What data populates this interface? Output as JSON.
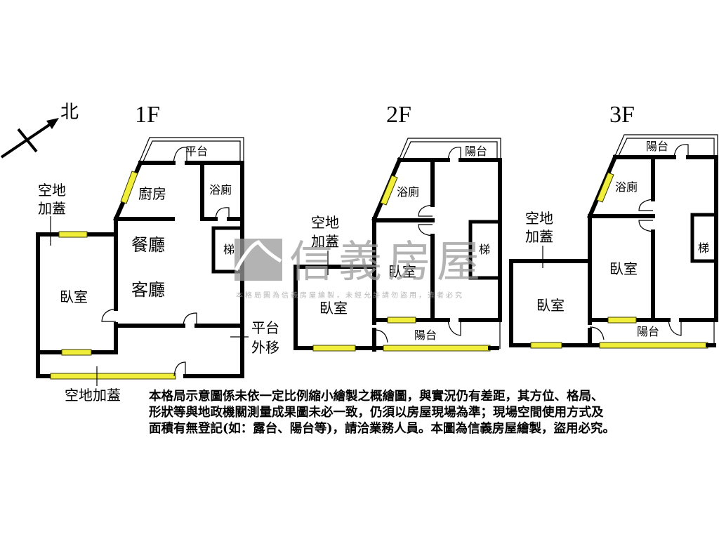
{
  "compass": {
    "label": "北",
    "direction": "north-arrow"
  },
  "floors": [
    {
      "id": "1F",
      "title": "1F",
      "rooms": [
        "廚房",
        "浴廁",
        "梯",
        "餐廳",
        "客廳",
        "臥室"
      ],
      "labels": {
        "kitchen": "廚房",
        "bathroom": "浴廁",
        "stairs": "梯",
        "dining": "餐廳",
        "living": "客廳",
        "bedroom": "臥室",
        "platform_top": "平台",
        "addition_1": "空地",
        "addition_2": "加蓋",
        "platform_moved_1": "平台",
        "platform_moved_2": "外移",
        "bottom_addition": "空地加蓋"
      }
    },
    {
      "id": "2F",
      "title": "2F",
      "labels": {
        "balcony_top": "陽台",
        "bathroom": "浴廁",
        "stairs": "梯",
        "bedroom_a": "臥室",
        "bedroom_b": "臥室",
        "balcony_bottom": "陽台",
        "addition_1": "空地",
        "addition_2": "加蓋"
      }
    },
    {
      "id": "3F",
      "title": "3F",
      "labels": {
        "balcony_top": "陽台",
        "bathroom": "浴廁",
        "stairs": "梯",
        "bedroom_a": "臥室",
        "bedroom_b": "臥室",
        "balcony_bottom": "陽台",
        "addition_1": "空地",
        "addition_2": "加蓋"
      }
    }
  ],
  "watermark": {
    "brand": "信義房屋",
    "notice": "本格局圖為信義房屋繪製，未經允許請勿盜用，違者必究"
  },
  "disclaimer": {
    "lines": [
      "本格局示意圖係未依一定比例縮小繪製之概繪圖，與實況仍有差距，其方位、格局、",
      "形狀等與地政機關測量成果圖未必一致，仍須以房屋現場為準；現場空間使用方式及",
      "面積有無登記(如：露台、陽台等)，請洽業務人員。本圖為信義房屋繪製，盜用必究。"
    ]
  },
  "colors": {
    "wall": "#000000",
    "window": "#f0ee3a",
    "watermark": "#9a9a9a",
    "background": "#ffffff"
  }
}
